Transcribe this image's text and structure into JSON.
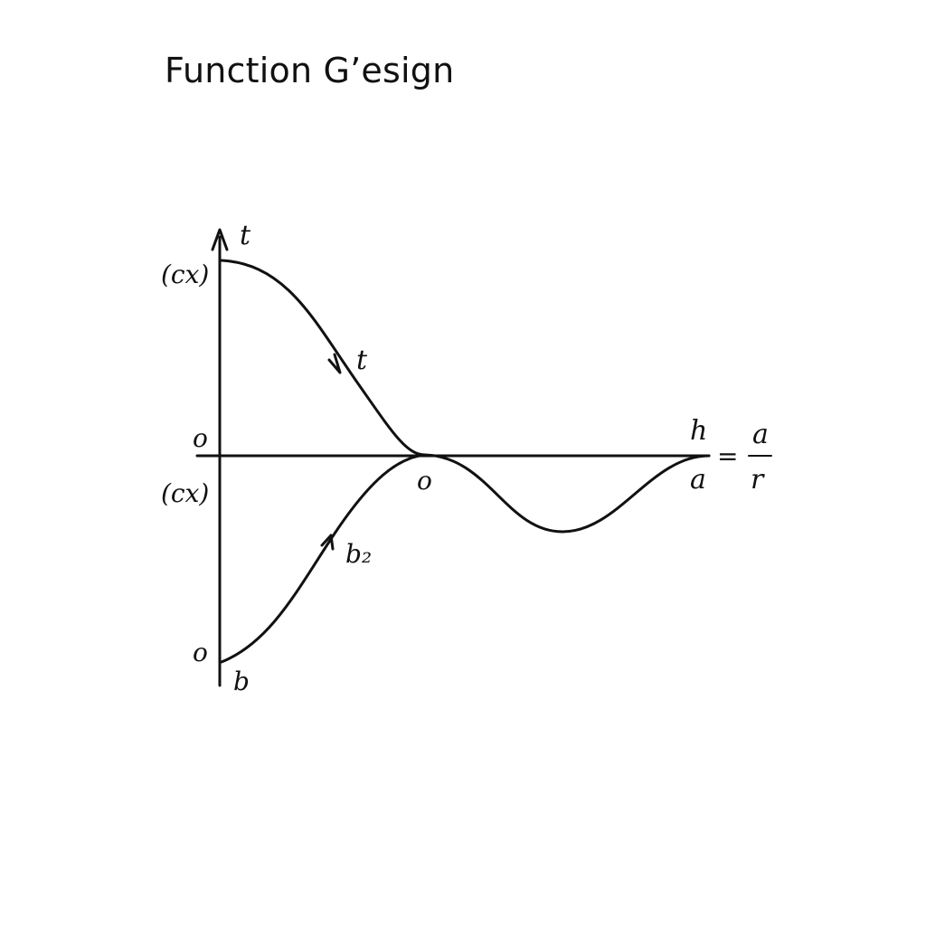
{
  "title": "Function G’esign",
  "labels": {
    "y_axis_top": "t",
    "upper_start": "(cx)",
    "upper_arrow": "t",
    "origin_left": "o",
    "lower_start": "(cx)",
    "crossing": "o",
    "lower_arrow": "b₂",
    "bottom_origin": "o",
    "bottom_end": "b",
    "right_h": "h",
    "right_a": "a",
    "equals": "=",
    "frac_num": "a",
    "frac_den": "r"
  },
  "colors": {
    "ink": "#111111",
    "background": "#ffffff"
  }
}
